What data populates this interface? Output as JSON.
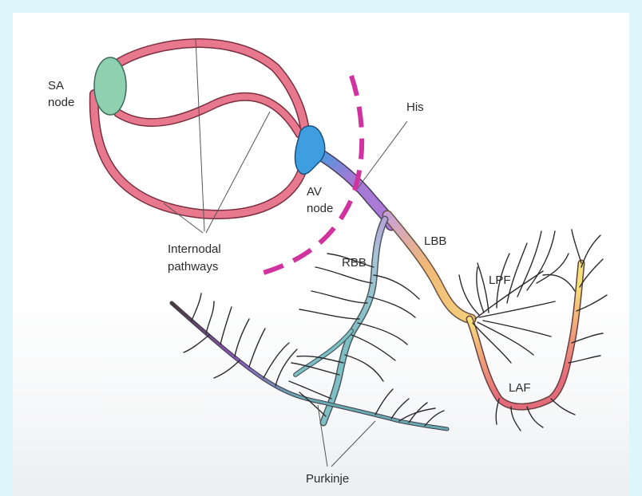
{
  "labels": {
    "sa_line1": "SA",
    "sa_line2": "node",
    "av_line1": "AV",
    "av_line2": "node",
    "his": "His",
    "internodal_line1": "Internodal",
    "internodal_line2": "pathways",
    "rbb": "RBB",
    "lbb": "LBB",
    "lpf": "LPF",
    "laf": "LAF",
    "purkinje": "Purkinje"
  },
  "colors": {
    "background": "#dff5fc",
    "atrial_pathway": "#e8788e",
    "sa_node": "#8fd0b0",
    "av_node": "#3f9ee0",
    "his_bundle": "#a27ad6",
    "rbb": "#7fc0c4",
    "lbb": "#f0b878",
    "lpf": "#f3e27a",
    "laf": "#e46b7a",
    "dashed_marker": "#d0329e"
  }
}
